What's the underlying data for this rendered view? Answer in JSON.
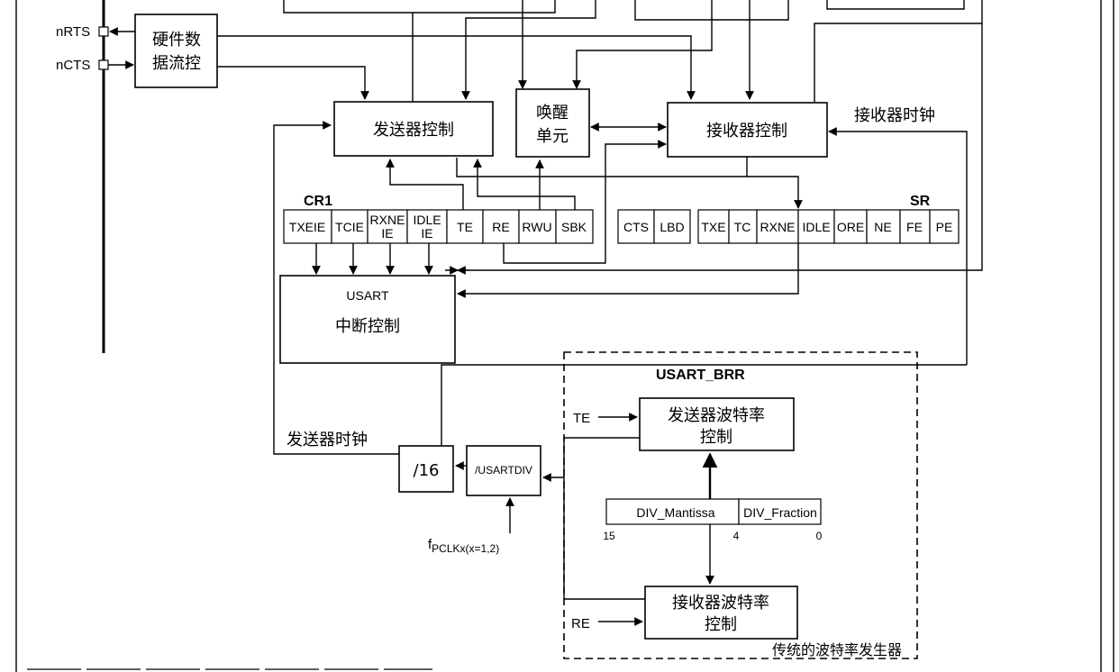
{
  "pins": {
    "nrts": "nRTS",
    "ncts": "nCTS"
  },
  "blocks": {
    "flow_ctrl": [
      "硬件数",
      "据流控"
    ],
    "tx_ctrl": "发送器控制",
    "wakeup": [
      "唤醒",
      "单元"
    ],
    "rx_ctrl": "接收器控制",
    "irq_title": "USART",
    "irq_ctrl": "中断控制",
    "tx_baud": [
      "发送器波特率",
      "控制"
    ],
    "rx_baud": [
      "接收器波特率",
      "控制"
    ],
    "div16": "/16",
    "usartdiv": "/USARTDIV"
  },
  "labels": {
    "rx_clock": "接收器时钟",
    "tx_clock": "发送器时钟",
    "brr_title": "USART_BRR",
    "baud_gen": "传统的波特率发生器",
    "te": "TE",
    "re": "RE",
    "fpclk_main": "f",
    "fpclk_sub": "PCLKx(x=1,2)"
  },
  "cr1": {
    "name": "CR1",
    "bits": [
      [
        "TXEIE"
      ],
      [
        "TCIE"
      ],
      [
        "RXNE",
        "IE"
      ],
      [
        "IDLE",
        "IE"
      ],
      [
        "TE"
      ],
      [
        "RE"
      ],
      [
        "RWU"
      ],
      [
        "SBK"
      ]
    ]
  },
  "sr": {
    "name": "SR",
    "bits": [
      "CTS",
      "LBD",
      "TXE",
      "TC",
      "RXNE",
      "IDLE",
      "ORE",
      "NE",
      "FE",
      "PE"
    ]
  },
  "brr": {
    "mantissa": "DIV_Mantissa",
    "fraction": "DIV_Fraction",
    "bit_15": "15",
    "bit_4": "4",
    "bit_0": "0"
  }
}
